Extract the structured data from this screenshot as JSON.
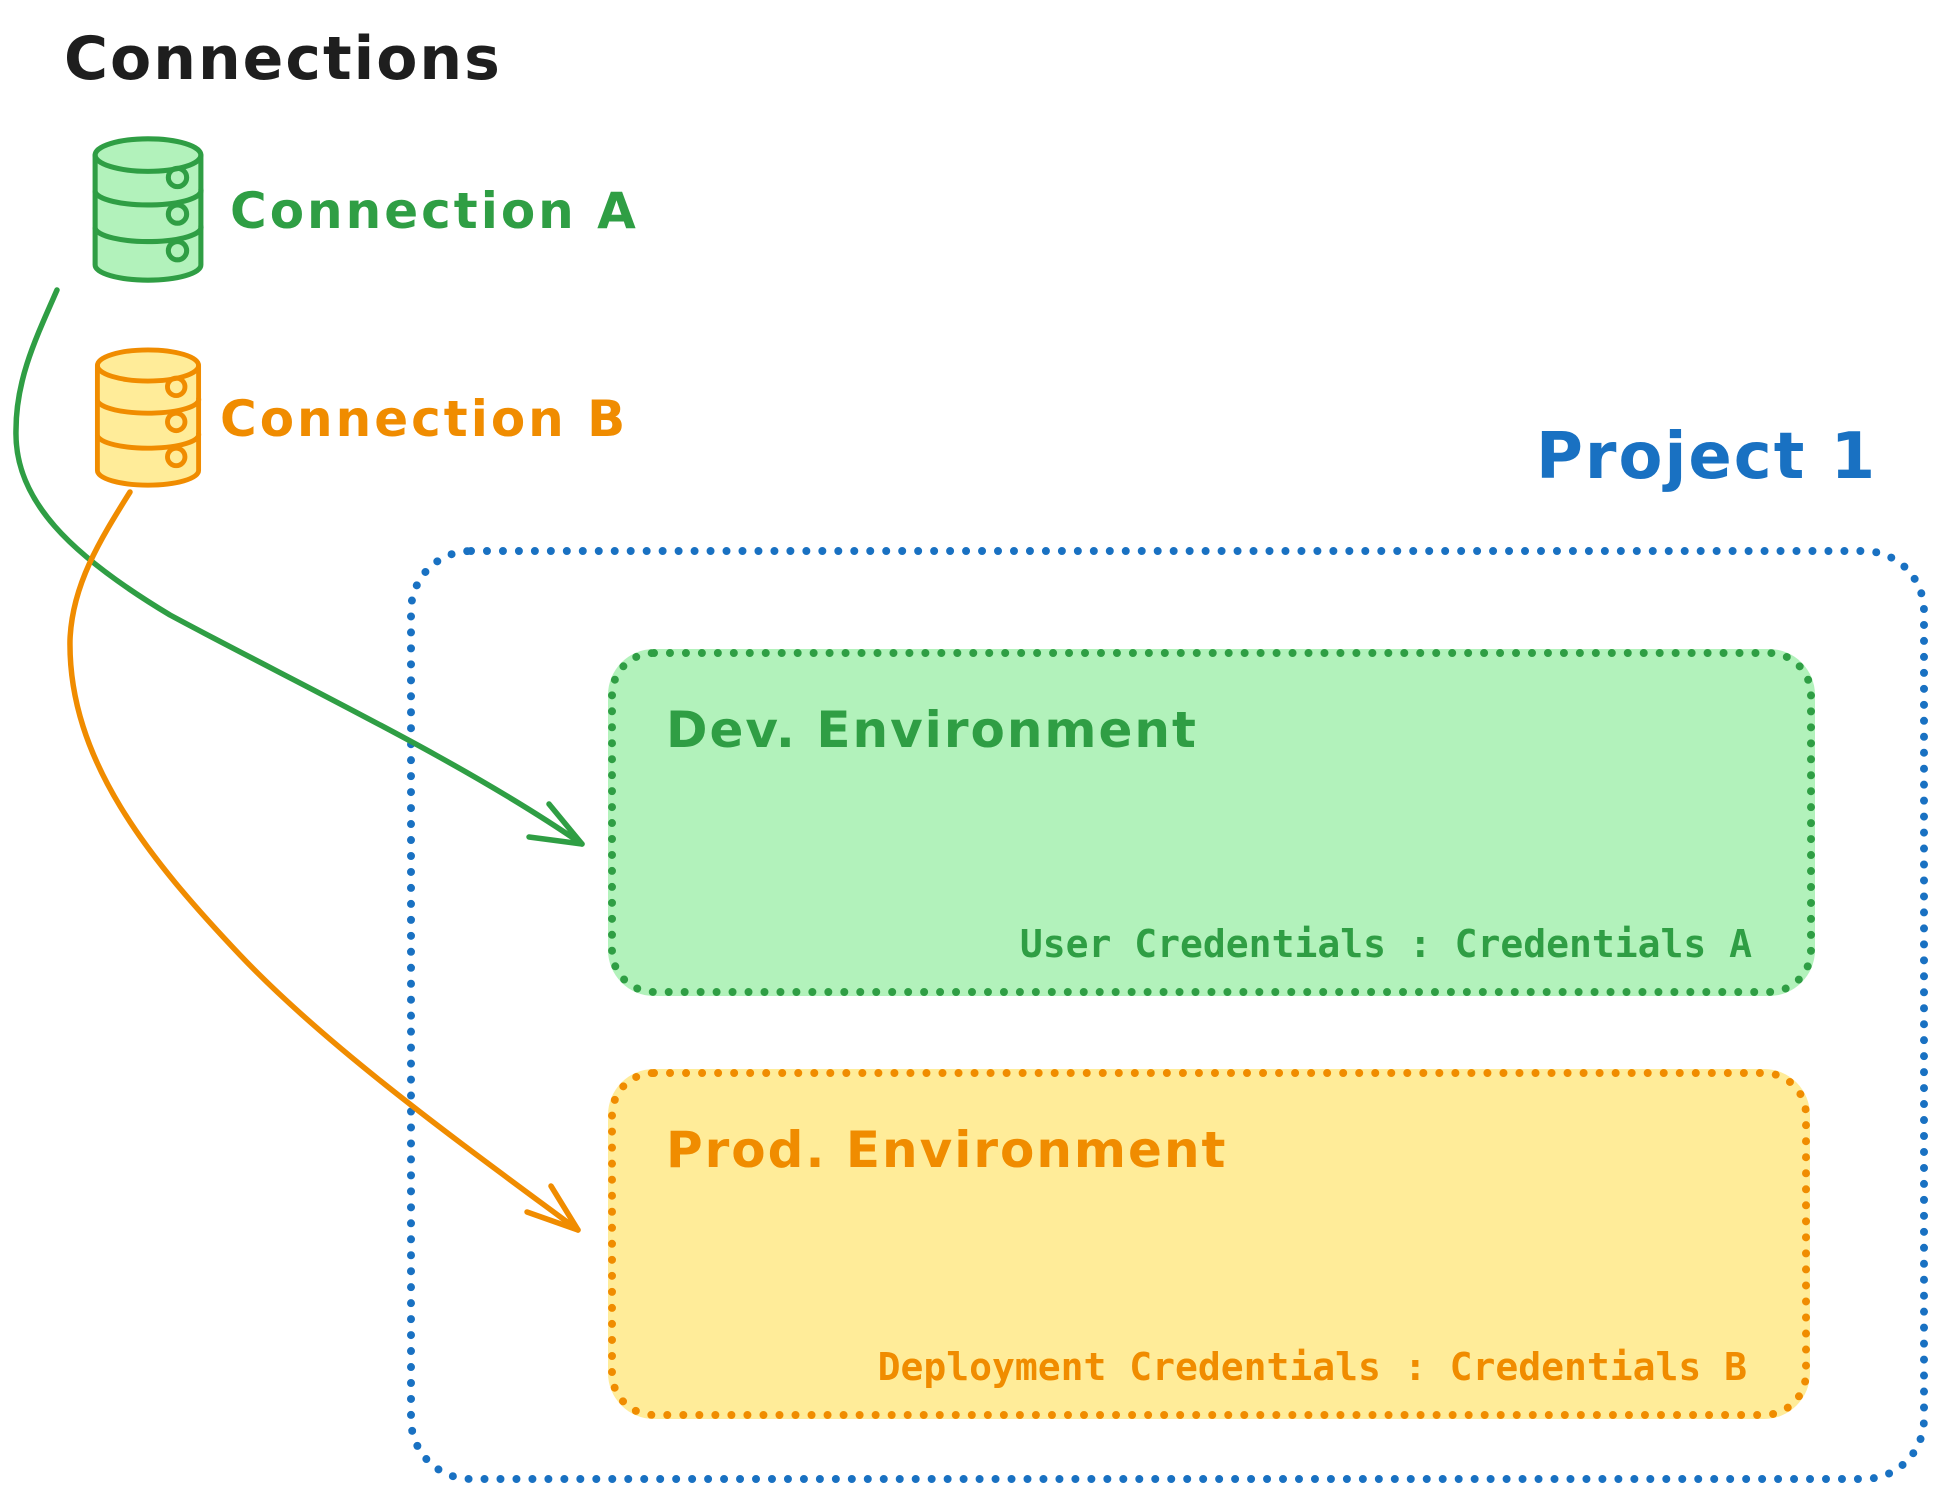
{
  "title": "Connections",
  "colors": {
    "ink": "#1e1e1e",
    "green": "#2f9e44",
    "green_fill": "#b2f2bb",
    "orange": "#f08c00",
    "orange_fill": "#ffec99",
    "blue": "#1971c2"
  },
  "connections": [
    {
      "id": "a",
      "label": "Connection A",
      "icon": "database-icon"
    },
    {
      "id": "b",
      "label": "Connection B",
      "icon": "database-icon"
    }
  ],
  "project": {
    "title": "Project 1",
    "environments": [
      {
        "name": "Dev. Environment",
        "credential_label": "User Credentials : Credentials A"
      },
      {
        "name": "Prod. Environment",
        "credential_label": "Deployment Credentials : Credentials B"
      }
    ]
  }
}
